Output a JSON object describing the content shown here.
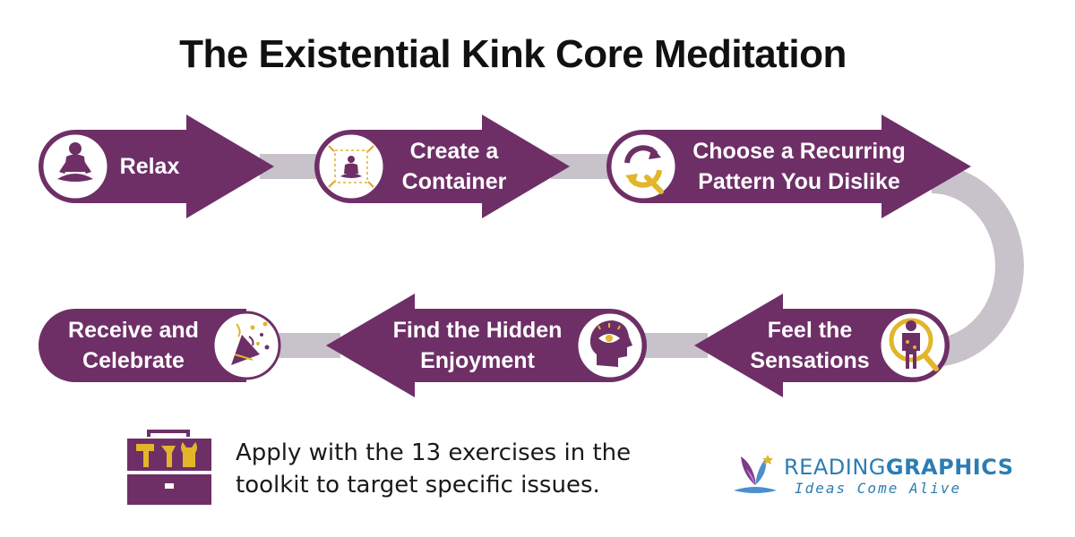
{
  "title": "The Existential Kink Core Meditation",
  "steps": [
    {
      "label_lines": [
        "Relax"
      ],
      "icon": "meditation-icon"
    },
    {
      "label_lines": [
        "Create a",
        "Container"
      ],
      "icon": "container-icon"
    },
    {
      "label_lines": [
        "Choose a Recurring",
        "Pattern You Dislike"
      ],
      "icon": "recurring-search-icon"
    },
    {
      "label_lines": [
        "Feel the",
        "Sensations"
      ],
      "icon": "body-scan-icon"
    },
    {
      "label_lines": [
        "Find the Hidden",
        "Enjoyment"
      ],
      "icon": "mind-eye-icon"
    },
    {
      "label_lines": [
        "Receive and",
        "Celebrate"
      ],
      "icon": "party-popper-icon"
    }
  ],
  "footer": {
    "icon": "toolbox-icon",
    "text": "Apply with the 13 exercises in the toolkit to target specific issues."
  },
  "brand": {
    "name_light": "READING",
    "name_bold": "GRAPHICS",
    "tagline": "Ideas Come Alive",
    "icon": "butterfly-book-icon"
  },
  "colors": {
    "arrow": "#6e2f67",
    "connector": "#c8c2ca",
    "accent": "#e2b52b",
    "text": "#111111",
    "brand": "#2c7db3"
  }
}
